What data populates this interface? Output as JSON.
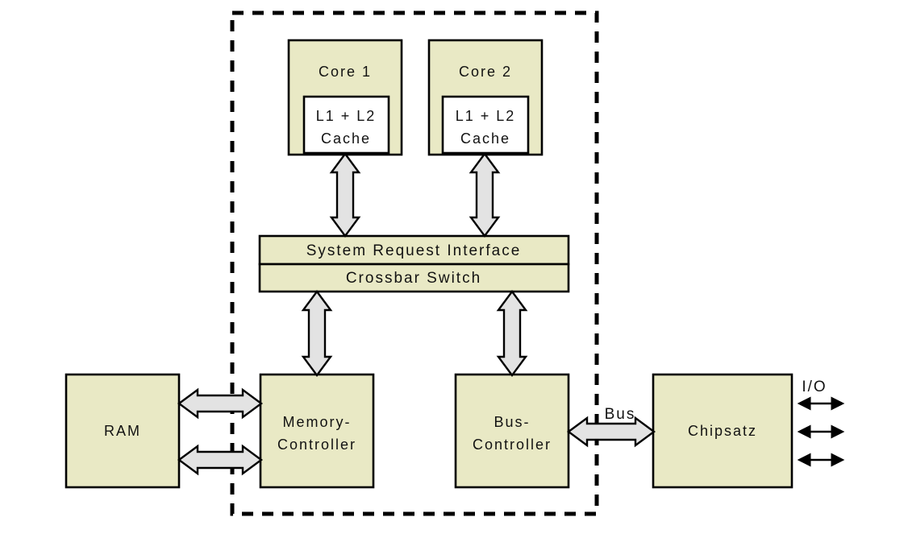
{
  "diagram": {
    "nodes": {
      "core1": {
        "label": "Core 1"
      },
      "cache1": {
        "line1": "L1 + L2",
        "line2": "Cache"
      },
      "core2": {
        "label": "Core 2"
      },
      "cache2": {
        "line1": "L1 + L2",
        "line2": "Cache"
      },
      "system_request_interface": {
        "label": "System Request Interface"
      },
      "crossbar_switch": {
        "label": "Crossbar Switch"
      },
      "ram": {
        "label": "RAM"
      },
      "memory_controller": {
        "line1": "Memory-",
        "line2": "Controller"
      },
      "bus_controller": {
        "line1": "Bus-",
        "line2": "Controller"
      },
      "chipset": {
        "label": "Chipsatz"
      }
    },
    "edge_labels": {
      "bus": "Bus",
      "io": "I/O"
    },
    "colors": {
      "component_fill": "#e9e9c5",
      "cache_fill": "#ffffff",
      "arrow_fill": "#e3e3e3",
      "outline": "#000000",
      "background": "#ffffff"
    }
  }
}
